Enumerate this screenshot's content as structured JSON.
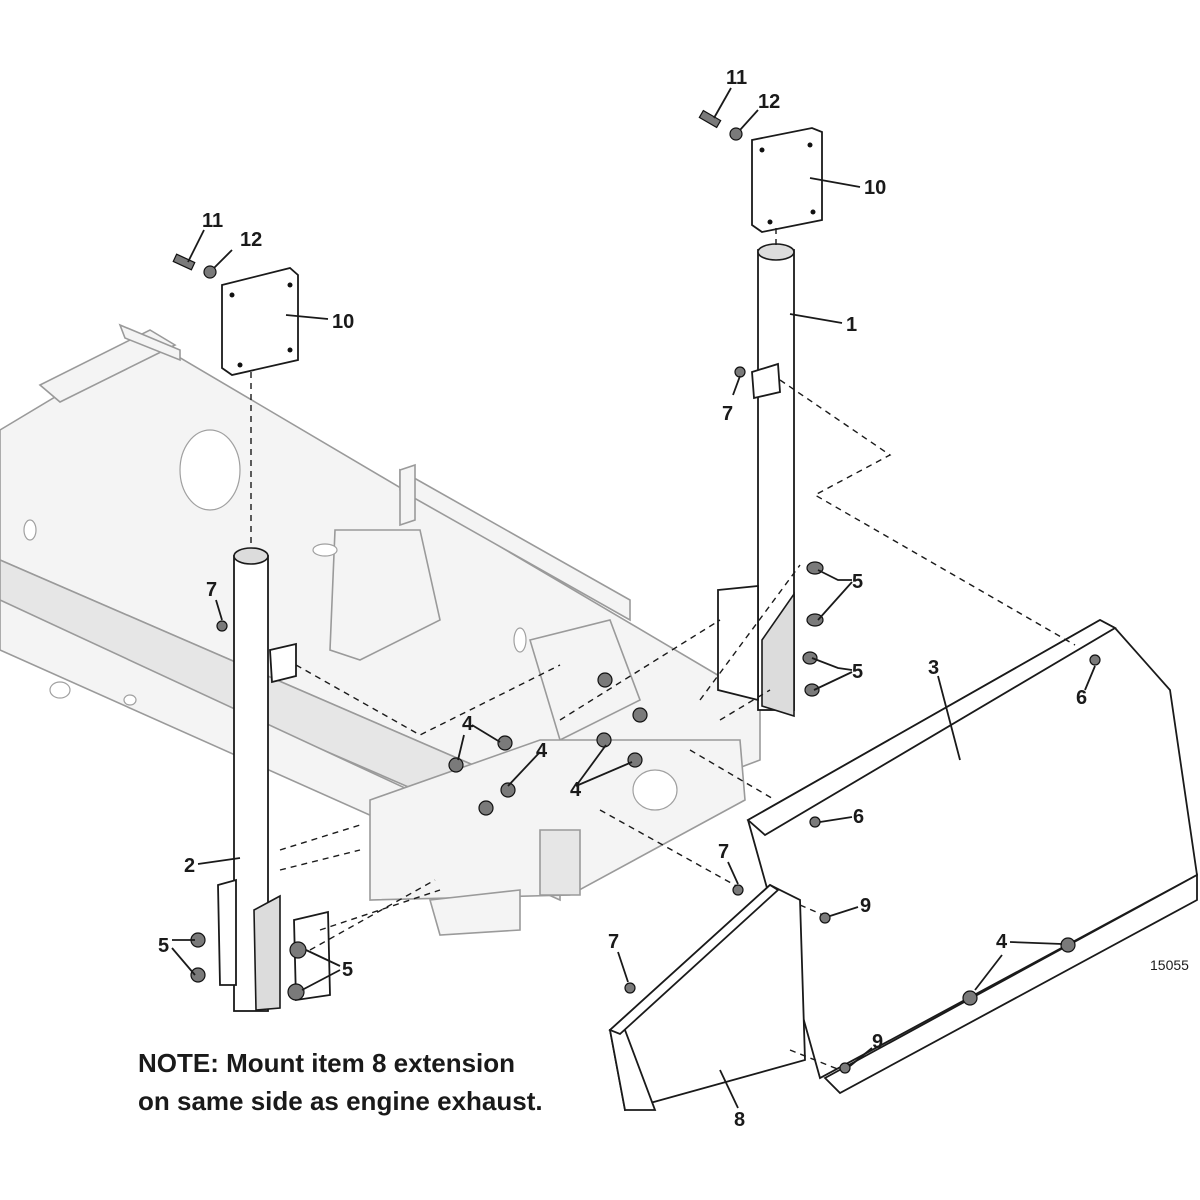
{
  "part_number": "15055",
  "note": {
    "line1": "NOTE:  Mount item 8 extension",
    "line2": "on same side as engine exhaust."
  },
  "callouts": [
    {
      "id": "c-11-right",
      "text": "11"
    },
    {
      "id": "c-12-right",
      "text": "12"
    },
    {
      "id": "c-10-right",
      "text": "10"
    },
    {
      "id": "c-1",
      "text": "1"
    },
    {
      "id": "c-7-upper",
      "text": "7"
    },
    {
      "id": "c-11-left",
      "text": "11"
    },
    {
      "id": "c-12-left",
      "text": "12"
    },
    {
      "id": "c-10-left",
      "text": "10"
    },
    {
      "id": "c-7-left",
      "text": "7"
    },
    {
      "id": "c-5-upper-a",
      "text": "5"
    },
    {
      "id": "c-5-upper-b",
      "text": "5"
    },
    {
      "id": "c-3",
      "text": "3"
    },
    {
      "id": "c-6-right",
      "text": "6"
    },
    {
      "id": "c-4-a",
      "text": "4"
    },
    {
      "id": "c-4-b",
      "text": "4"
    },
    {
      "id": "c-4-c",
      "text": "4"
    },
    {
      "id": "c-6-mid",
      "text": "6"
    },
    {
      "id": "c-2",
      "text": "2"
    },
    {
      "id": "c-7-mid",
      "text": "7"
    },
    {
      "id": "c-9-upper",
      "text": "9"
    },
    {
      "id": "c-4-d",
      "text": "4"
    },
    {
      "id": "c-5-lower-a",
      "text": "5"
    },
    {
      "id": "c-5-lower-b",
      "text": "5"
    },
    {
      "id": "c-7-lower",
      "text": "7"
    },
    {
      "id": "c-9-lower",
      "text": "9"
    },
    {
      "id": "c-8",
      "text": "8"
    }
  ]
}
